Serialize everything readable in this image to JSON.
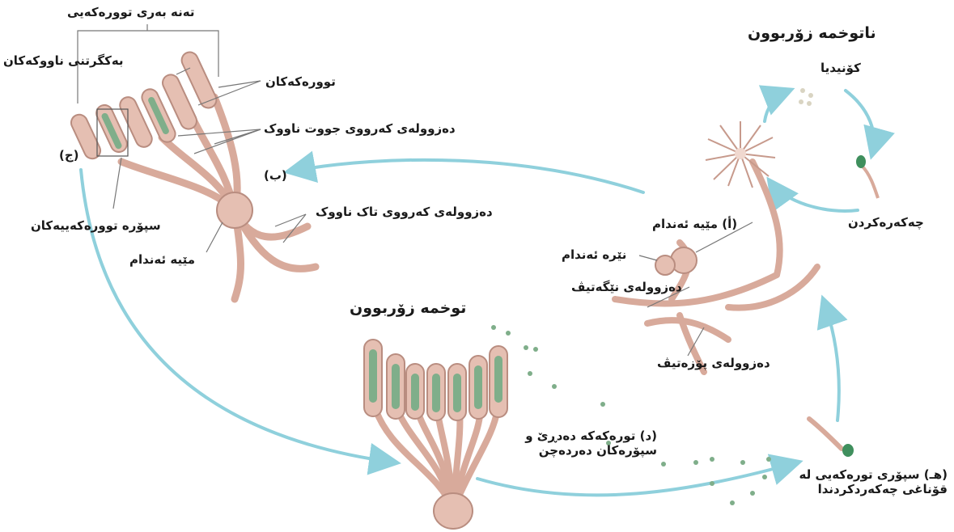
{
  "colors": {
    "hypha": "#e5bfb2",
    "hypha_edge": "#b98d80",
    "spore": "#7fae8a",
    "arrow": "#8fd0dc"
  },
  "labels": {
    "asexual_title": "ناتوخمە زۆربوون",
    "conidia": "کۆنیدیا",
    "germination": "چەکەرەکردن",
    "sexual_title": "توخمە زۆربوون",
    "hyphae_body": "تەنە بەری توورەکەیی",
    "nuclear_fusion": "بەکگرتنی ناووکەکان",
    "asci": "توورەکەکان",
    "dikaryotic": "دەزوولەی کەرووی جووت ناووک",
    "step_c": "(ج)",
    "step_b": "(ب)",
    "monokaryotic": "دەزوولەی کەرووی تاک ناووک",
    "ascospores": "سپۆرە توورەکەییەکان",
    "female_organ_top": "مێیە ئەندام",
    "step_a": "(أ) مێیە ئەندام",
    "male_organ": "نێرە ئەندام",
    "negative_hypha": "دەزوولەی نێگەتیڤ",
    "positive_hypha": "دەزوولەی پۆزەتیڤ",
    "step_d": "(د) تورەکەکە دەدڕێ و سپۆرەکان دەردەچن",
    "step_e": "(هـ) سپۆری تورەکەیی لە قۆناغی چەکەردکردندا"
  }
}
